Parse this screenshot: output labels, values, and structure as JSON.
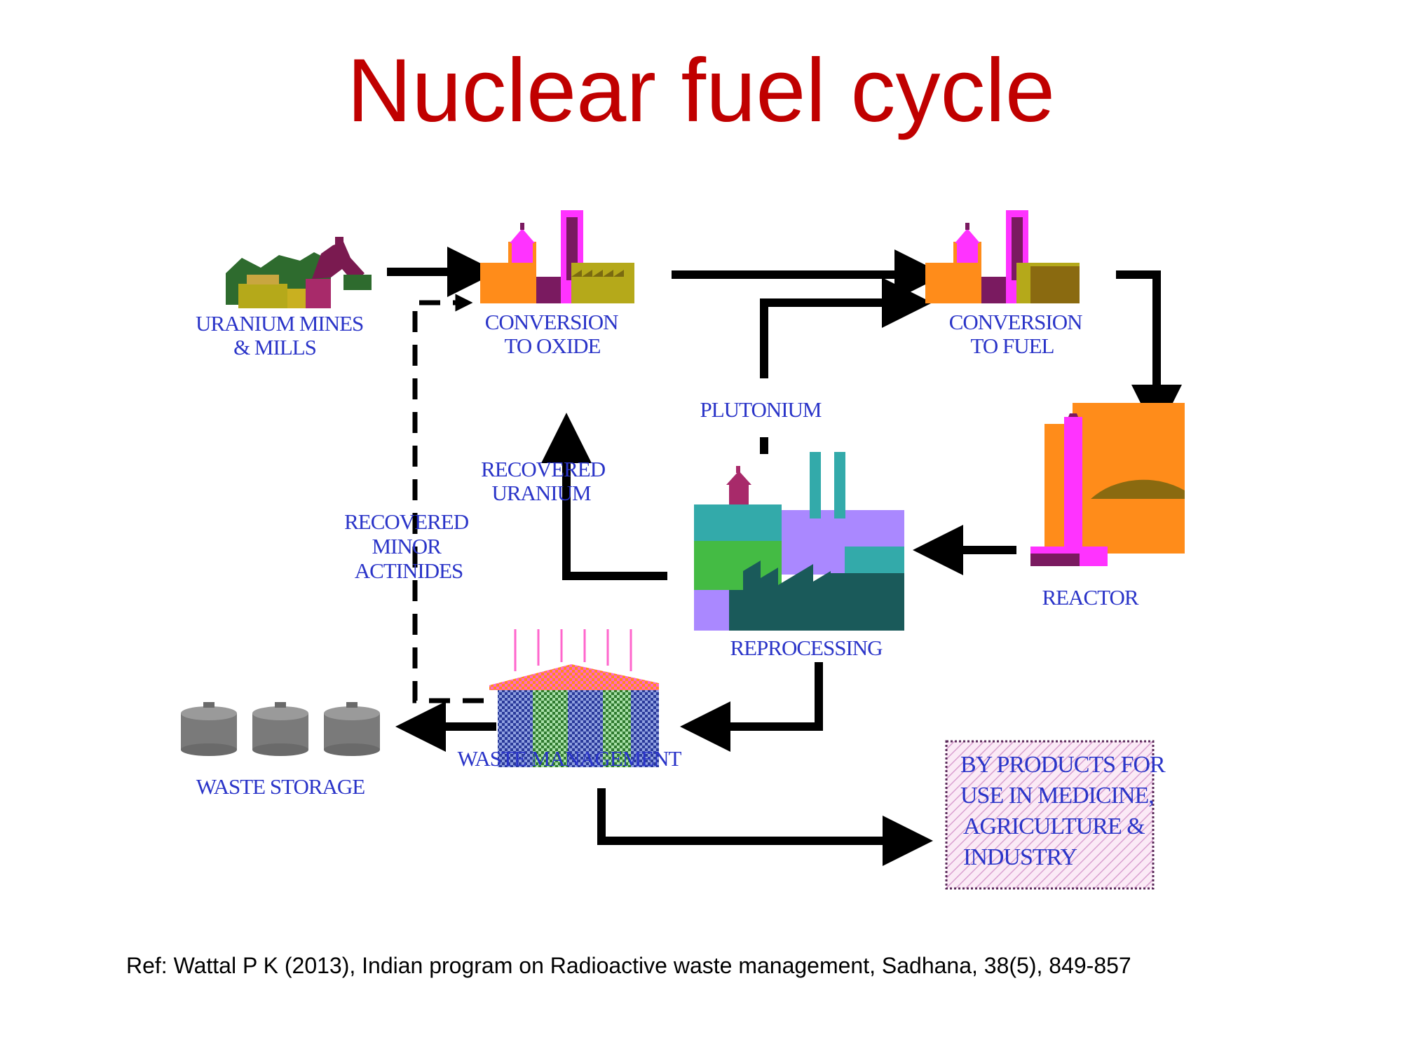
{
  "title": "Nuclear fuel cycle",
  "nodes": {
    "mines": "URANIUM MINES\n& MILLS",
    "conv_oxide": "CONVERSION\nTO OXIDE",
    "conv_fuel": "CONVERSION\nTO FUEL",
    "reactor": "REACTOR",
    "reprocessing": "REPROCESSING",
    "waste_mgmt": "WASTE MANAGEMENT",
    "waste_storage": "WASTE STORAGE",
    "byproducts": "BY PRODUCTS FOR\nUSE IN  MEDICINE,\nAGRICULTURE  &\nINDUSTRY"
  },
  "flows": {
    "plutonium": "PLUTONIUM",
    "recovered_uranium": "RECOVERED\nURANIUM",
    "recovered_minor_actinides": "RECOVERED\nMINOR\nACTINIDES"
  },
  "reference": "Ref: Wattal P K (2013), Indian program on Radioactive waste management, Sadhana, 38(5), 849-857",
  "colors": {
    "title": "#c00000",
    "label": "#2a34c8",
    "arrow": "#000000",
    "orange": "#ff8c1a",
    "magenta": "#ff33ff",
    "olive": "#b5a91a",
    "teal": "#33aaaa",
    "lavender": "#aa88ff",
    "dark_teal": "#1a5a5a",
    "green": "#44bb44",
    "gray": "#777777"
  }
}
